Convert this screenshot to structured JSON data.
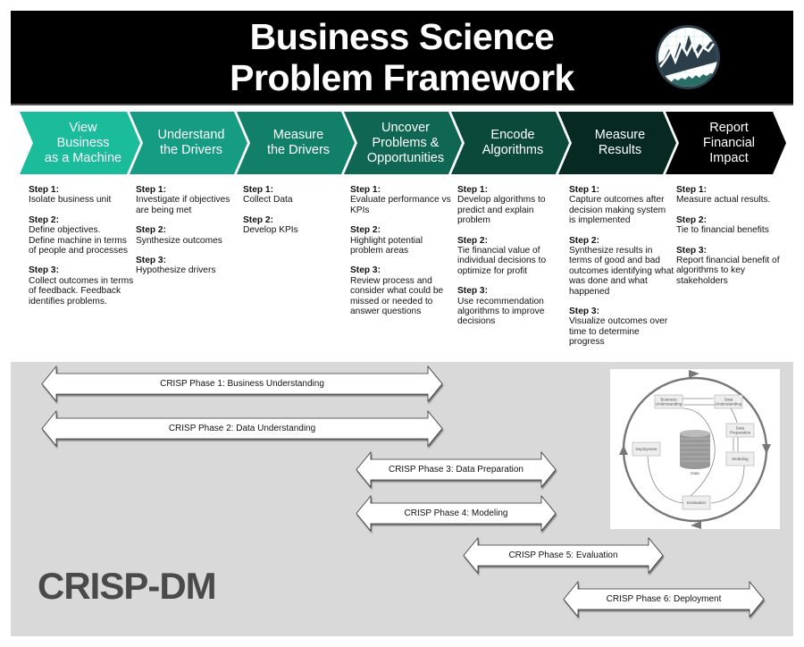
{
  "header": {
    "title_line1": "Business Science",
    "title_line2": "Problem Framework",
    "logo_icon": "business-science-chart-logo"
  },
  "colors": {
    "header_bg": "#000000",
    "chevrons": [
      "#1abc9c",
      "#169c82",
      "#128069",
      "#0f6a55",
      "#0b4a3b",
      "#062a22",
      "#000000"
    ],
    "crisp_bg": "#d9d9d9"
  },
  "stages": [
    {
      "title": "View\nBusiness\nas a Machine",
      "steps": [
        {
          "label": "Step 1:",
          "text": "Isolate business unit"
        },
        {
          "label": "Step 2:",
          "text": "Define objectives.\nDefine machine in terms\nof people and processes"
        },
        {
          "label": "Step 3:",
          "text": "Collect outcomes in terms\nof feedback. Feedback\nidentifies problems."
        }
      ]
    },
    {
      "title": "Understand\nthe Drivers",
      "steps": [
        {
          "label": "Step 1:",
          "text": "Investigate if objectives\nare being met"
        },
        {
          "label": "Step 2:",
          "text": "Synthesize outcomes"
        },
        {
          "label": "Step 3:",
          "text": "Hypothesize drivers"
        }
      ]
    },
    {
      "title": "Measure\nthe Drivers",
      "steps": [
        {
          "label": "Step 1:",
          "text": "Collect Data"
        },
        {
          "label": "Step 2:",
          "text": "Develop KPIs"
        }
      ]
    },
    {
      "title": "Uncover\nProblems &\nOpportunities",
      "steps": [
        {
          "label": "Step 1:",
          "text": "Evaluate performance vs\nKPIs"
        },
        {
          "label": "Step 2:",
          "text": "Highlight potential\nproblem areas"
        },
        {
          "label": "Step 3:",
          "text": "Review process and\nconsider what could be\nmissed or needed to\nanswer questions"
        }
      ]
    },
    {
      "title": "Encode\nAlgorithms",
      "steps": [
        {
          "label": "Step 1:",
          "text": "Develop algorithms to\npredict and explain\nproblem"
        },
        {
          "label": "Step 2:",
          "text": "Tie financial value of\nindividual decisions to\noptimize for profit"
        },
        {
          "label": "Step 3:",
          "text": "Use recommendation\nalgorithms to improve\ndecisions"
        }
      ]
    },
    {
      "title": "Measure\nResults",
      "steps": [
        {
          "label": "Step 1:",
          "text": "Capture outcomes after\ndecision making system\nis implemented"
        },
        {
          "label": "Step 2:",
          "text": "Synthesize results in\nterms of good and bad\noutcomes identifying what\nwas done and what\nhappened"
        },
        {
          "label": "Step 3:",
          "text": "Visualize outcomes over\ntime to determine\nprogress"
        }
      ]
    },
    {
      "title": "Report\nFinancial\nImpact",
      "steps": [
        {
          "label": "Step 1:",
          "text": "Measure actual results."
        },
        {
          "label": "Step 2:",
          "text": "Tie to financial benefits"
        },
        {
          "label": "Step 3:",
          "text": "Report financial benefit of\nalgorithms to key\nstakeholders"
        }
      ]
    }
  ],
  "crisp": {
    "title": "CRISP-DM",
    "phases": [
      {
        "label": "CRISP Phase 1: Business Understanding"
      },
      {
        "label": "CRISP Phase 2: Data Understanding"
      },
      {
        "label": "CRISP Phase 3: Data Preparation"
      },
      {
        "label": "CRISP Phase 4: Modeling"
      },
      {
        "label": "CRISP Phase 5: Evaluation"
      },
      {
        "label": "CRISP Phase 6: Deployment"
      }
    ],
    "diagram": {
      "nodes": [
        "Business\nUnderstanding",
        "Data\nUnderstanding",
        "Data\nPreparation",
        "Modeling",
        "Evaluation",
        "Deployment"
      ],
      "center_label": "Data"
    }
  }
}
